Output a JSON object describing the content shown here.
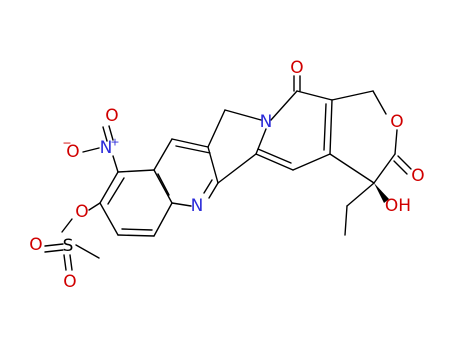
{
  "colors": {
    "carbon_bond": "#000000",
    "oxygen": "#d00000",
    "nitrogen": "#2b2bd9",
    "sulfur": "#000000",
    "background": "#ffffff"
  },
  "atoms": {
    "O_lactam": "O",
    "N_ring": "N",
    "O_ring": "O",
    "O_lactone": "O",
    "O_nitro_upper": "O",
    "O_nitro_minus": "−",
    "N_nitro": "N",
    "N_nitro_plus": "+",
    "N_pyridine": "N",
    "OH": "OH",
    "O_ester": "O",
    "S": "S",
    "O_sulfonyl_left": "O",
    "O_sulfonyl_bottom": "O"
  }
}
